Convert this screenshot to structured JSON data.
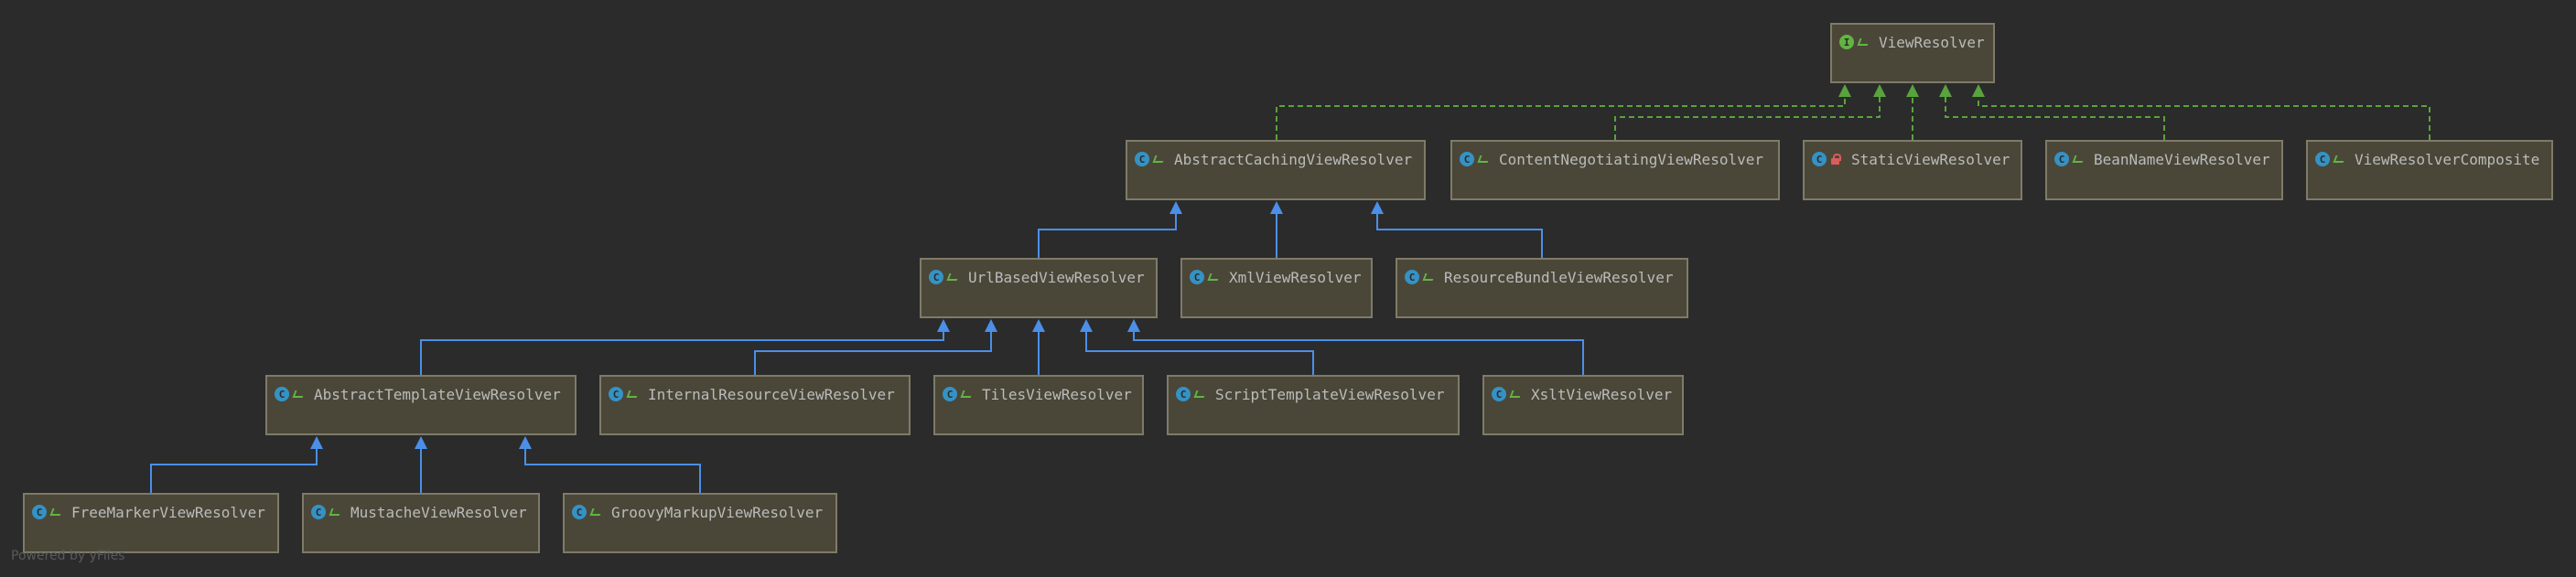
{
  "colors": {
    "background": "#2b2b2b",
    "node_fill": "#4a4739",
    "node_border": "#7f7b68",
    "extends_edge": "#4b8fe8",
    "implements_edge": "#59a33c",
    "label": "#bbbbbb"
  },
  "nodes": [
    {
      "id": "ViewResolver",
      "label": "ViewResolver",
      "kind": "interface",
      "kind_letter": "I",
      "visibility": "public"
    },
    {
      "id": "AbstractCachingViewResolver",
      "label": "AbstractCachingViewResolver",
      "kind": "abstract",
      "kind_letter": "C",
      "visibility": "public"
    },
    {
      "id": "ContentNegotiatingViewResolver",
      "label": "ContentNegotiatingViewResolver",
      "kind": "class",
      "kind_letter": "C",
      "visibility": "public"
    },
    {
      "id": "StaticViewResolver",
      "label": "StaticViewResolver",
      "kind": "class",
      "kind_letter": "C",
      "visibility": "private"
    },
    {
      "id": "BeanNameViewResolver",
      "label": "BeanNameViewResolver",
      "kind": "class",
      "kind_letter": "C",
      "visibility": "public"
    },
    {
      "id": "ViewResolverComposite",
      "label": "ViewResolverComposite",
      "kind": "class",
      "kind_letter": "C",
      "visibility": "public"
    },
    {
      "id": "UrlBasedViewResolver",
      "label": "UrlBasedViewResolver",
      "kind": "class",
      "kind_letter": "C",
      "visibility": "public"
    },
    {
      "id": "XmlViewResolver",
      "label": "XmlViewResolver",
      "kind": "class",
      "kind_letter": "C",
      "visibility": "public"
    },
    {
      "id": "ResourceBundleViewResolver",
      "label": "ResourceBundleViewResolver",
      "kind": "class",
      "kind_letter": "C",
      "visibility": "public"
    },
    {
      "id": "AbstractTemplateViewResolver",
      "label": "AbstractTemplateViewResolver",
      "kind": "abstract",
      "kind_letter": "C",
      "visibility": "public"
    },
    {
      "id": "InternalResourceViewResolver",
      "label": "InternalResourceViewResolver",
      "kind": "class",
      "kind_letter": "C",
      "visibility": "public"
    },
    {
      "id": "TilesViewResolver",
      "label": "TilesViewResolver",
      "kind": "class",
      "kind_letter": "C",
      "visibility": "public"
    },
    {
      "id": "ScriptTemplateViewResolver",
      "label": "ScriptTemplateViewResolver",
      "kind": "class",
      "kind_letter": "C",
      "visibility": "public"
    },
    {
      "id": "XsltViewResolver",
      "label": "XsltViewResolver",
      "kind": "class",
      "kind_letter": "C",
      "visibility": "public"
    },
    {
      "id": "FreeMarkerViewResolver",
      "label": "FreeMarkerViewResolver",
      "kind": "class",
      "kind_letter": "C",
      "visibility": "public"
    },
    {
      "id": "MustacheViewResolver",
      "label": "MustacheViewResolver",
      "kind": "class",
      "kind_letter": "C",
      "visibility": "public"
    },
    {
      "id": "GroovyMarkupViewResolver",
      "label": "GroovyMarkupViewResolver",
      "kind": "class",
      "kind_letter": "C",
      "visibility": "public"
    }
  ],
  "edges": [
    {
      "from": "AbstractCachingViewResolver",
      "to": "ViewResolver",
      "type": "implements"
    },
    {
      "from": "ContentNegotiatingViewResolver",
      "to": "ViewResolver",
      "type": "implements"
    },
    {
      "from": "StaticViewResolver",
      "to": "ViewResolver",
      "type": "implements"
    },
    {
      "from": "BeanNameViewResolver",
      "to": "ViewResolver",
      "type": "implements"
    },
    {
      "from": "ViewResolverComposite",
      "to": "ViewResolver",
      "type": "implements"
    },
    {
      "from": "UrlBasedViewResolver",
      "to": "AbstractCachingViewResolver",
      "type": "extends"
    },
    {
      "from": "XmlViewResolver",
      "to": "AbstractCachingViewResolver",
      "type": "extends"
    },
    {
      "from": "ResourceBundleViewResolver",
      "to": "AbstractCachingViewResolver",
      "type": "extends"
    },
    {
      "from": "AbstractTemplateViewResolver",
      "to": "UrlBasedViewResolver",
      "type": "extends"
    },
    {
      "from": "InternalResourceViewResolver",
      "to": "UrlBasedViewResolver",
      "type": "extends"
    },
    {
      "from": "TilesViewResolver",
      "to": "UrlBasedViewResolver",
      "type": "extends"
    },
    {
      "from": "ScriptTemplateViewResolver",
      "to": "UrlBasedViewResolver",
      "type": "extends"
    },
    {
      "from": "XsltViewResolver",
      "to": "UrlBasedViewResolver",
      "type": "extends"
    },
    {
      "from": "FreeMarkerViewResolver",
      "to": "AbstractTemplateViewResolver",
      "type": "extends"
    },
    {
      "from": "MustacheViewResolver",
      "to": "AbstractTemplateViewResolver",
      "type": "extends"
    },
    {
      "from": "GroovyMarkupViewResolver",
      "to": "AbstractTemplateViewResolver",
      "type": "extends"
    }
  ],
  "watermark": "Powered by yFiles"
}
